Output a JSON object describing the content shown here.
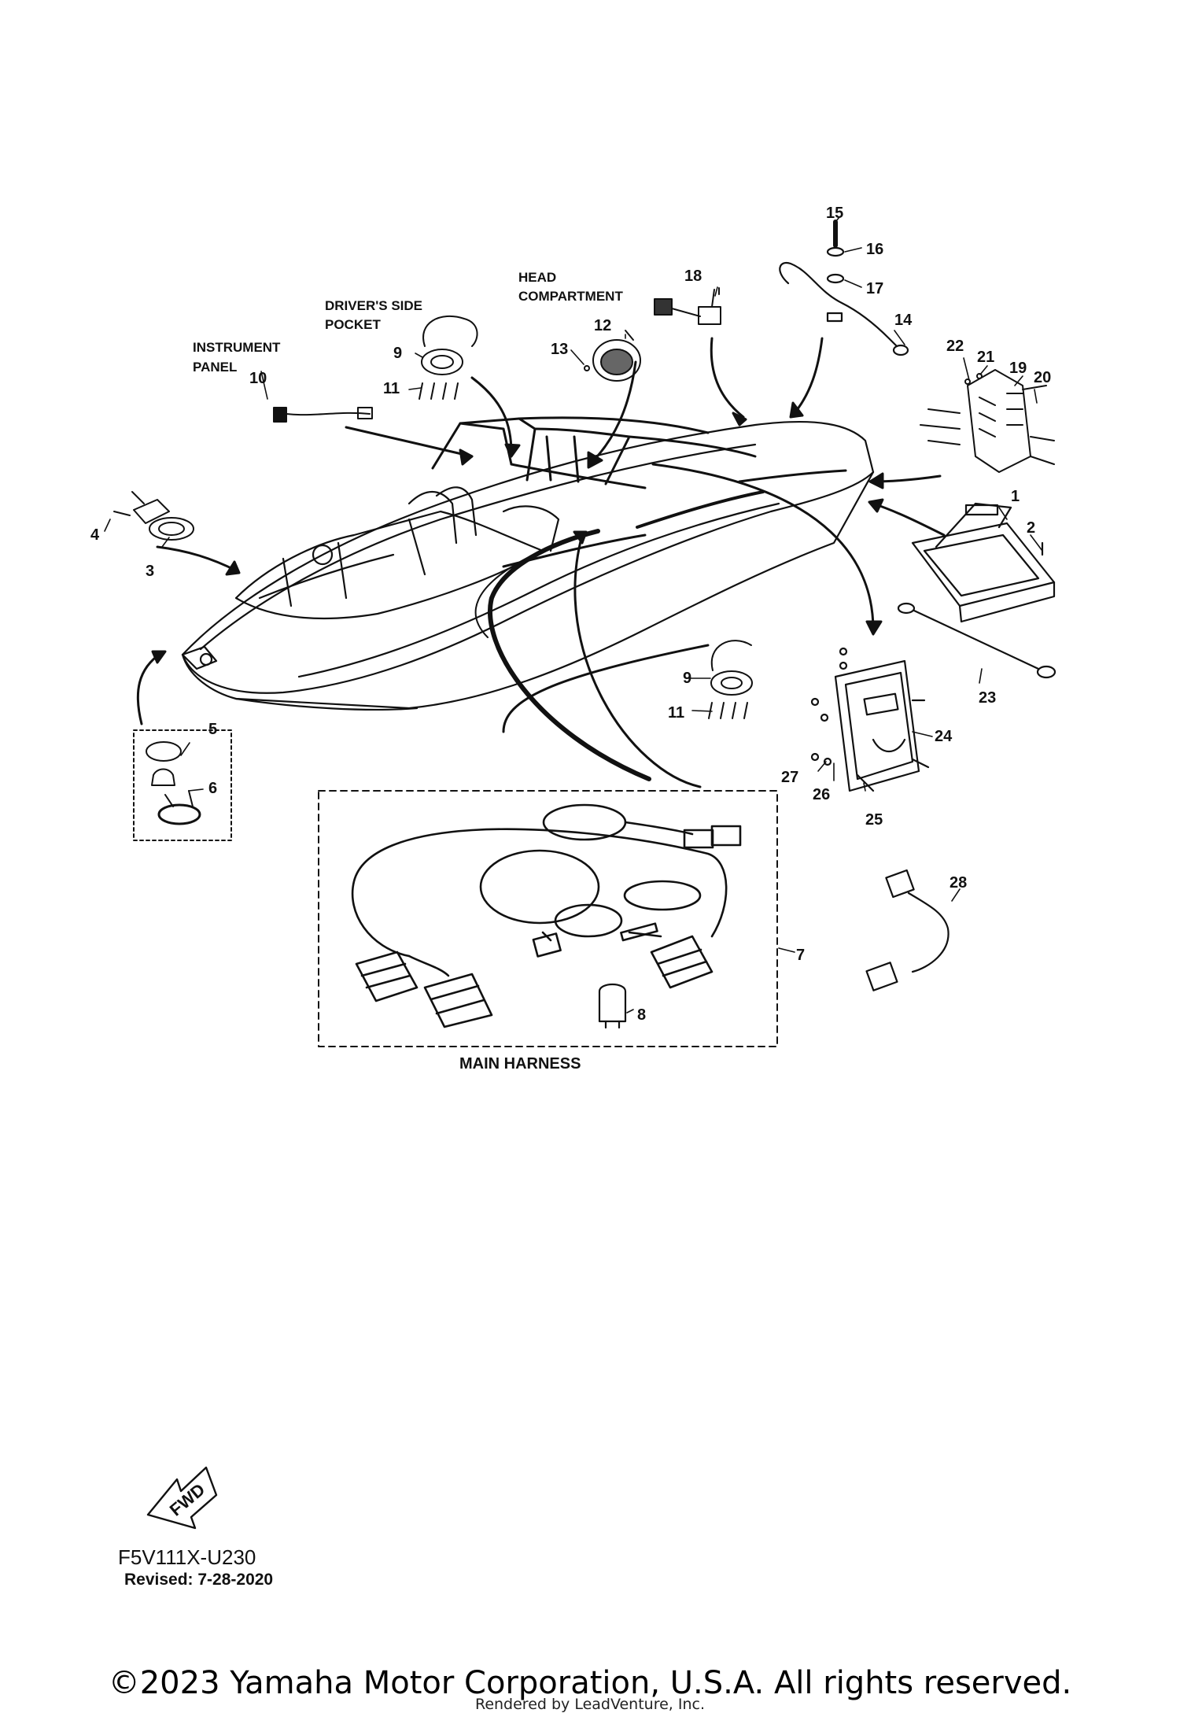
{
  "callouts": {
    "instrument_panel": [
      "INSTRUMENT",
      "PANEL"
    ],
    "drivers_side_pocket": [
      "DRIVER'S SIDE",
      "POCKET"
    ],
    "head_compartment": [
      "HEAD",
      "COMPARTMENT"
    ],
    "main_harness": "MAIN HARNESS",
    "fwd": "FWD"
  },
  "part_numbers": [
    "1",
    "2",
    "3",
    "4",
    "5",
    "6",
    "7",
    "8",
    "9",
    "9",
    "10",
    "11",
    "11",
    "12",
    "13",
    "14",
    "15",
    "16",
    "17",
    "18",
    "19",
    "20",
    "21",
    "22",
    "23",
    "24",
    "25",
    "26",
    "27",
    "28"
  ],
  "footer": {
    "part_code": "F5V111X-U230",
    "revised": "Revised: 7-28-2020",
    "copyright": "©2023 Yamaha Motor Corporation, U.S.A. All rights reserved.",
    "render_note": "Rendered by LeadVenture, Inc."
  }
}
